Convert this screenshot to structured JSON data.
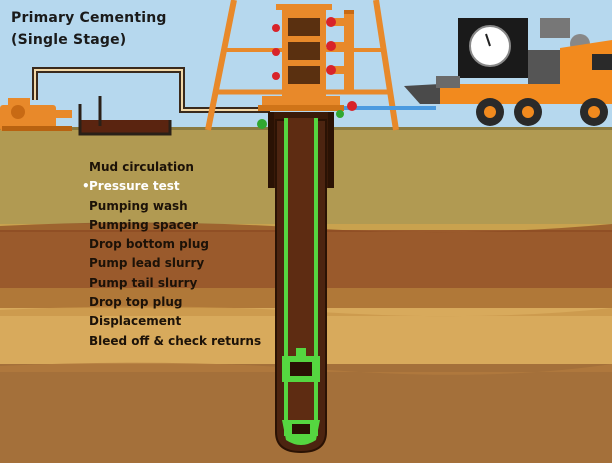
{
  "title_line1": "Primary Cementing",
  "title_line2": "(Single Stage)",
  "active_step": 1,
  "steps": [
    "Mud circulation",
    "Pressure test",
    "Pumping wash",
    "Pumping spacer",
    "Drop bottom plug",
    "Pump lead slurry",
    "Pump tail slurry",
    "Drop top plug",
    "Displacement",
    "Bleed off & check returns"
  ],
  "colors": {
    "sky": "#b6d8ee",
    "surface_soil": "#b19a52",
    "sand": "#d8aa5c",
    "clay": "#9a5a2c",
    "deep_soil": "#a4703a",
    "rig": "#e8892a",
    "casing_green": "#55d640",
    "wellbore": "#4c2410",
    "truck": "#f28a1e",
    "truck_dark": "#3a3a3a"
  }
}
